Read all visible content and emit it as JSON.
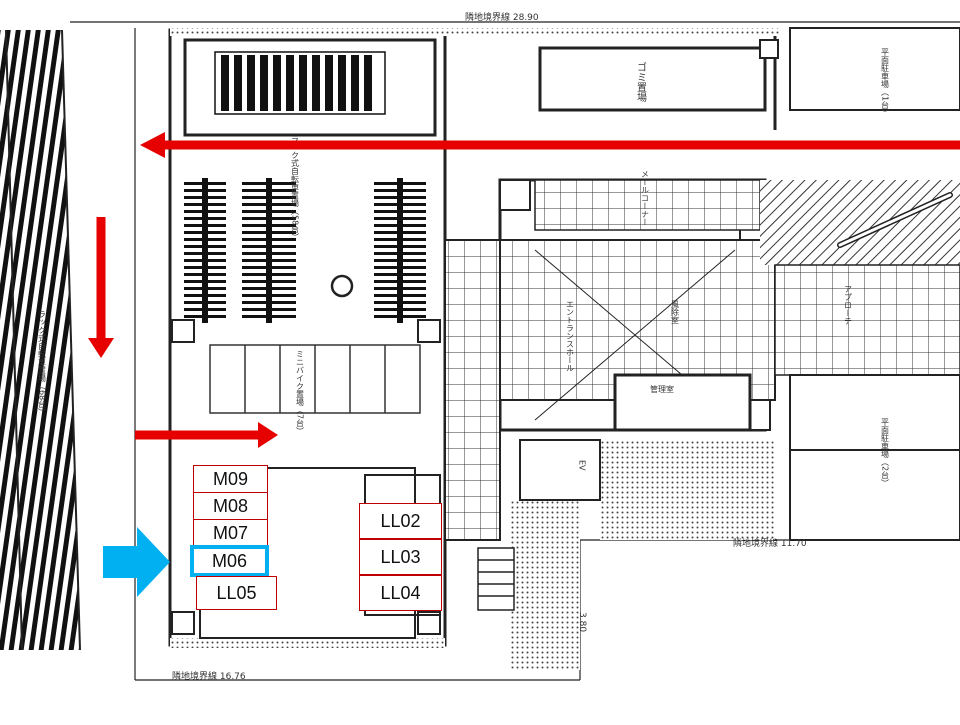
{
  "dimensions": {
    "top": "隣地境界線  28.90",
    "right": "隣地境界線  11.70",
    "bottom": "隣地境界線  16.76",
    "vertical": "3.80"
  },
  "rooms": {
    "garbage": "ゴミ置場",
    "bike_rack": "ラック式自転車置場（58台）",
    "mini_bike": "ミニバイク置場（7台）",
    "parking_top": "平面駐車場（1台）",
    "parking_bottom": "平面駐車場（2台）",
    "entrance_hall": "エントランスホール",
    "mgmt": "管理室",
    "ev": "EV",
    "mailbox": "メールコーナー",
    "approach": "アプローチ",
    "corridor_left": "ラック式自転車置場（68台）",
    "wind": "風除室"
  },
  "spot_labels": {
    "left_column": [
      "M09",
      "M08",
      "M07",
      "M06",
      "LL05"
    ],
    "right_column": [
      "LL02",
      "LL03",
      "LL04"
    ],
    "selected": "M06"
  },
  "colors": {
    "arrow_red": "#e60000",
    "pointer_blue": "#00b0f0",
    "label_border": "#c00000",
    "line": "#222222"
  },
  "icons": {
    "flow_arrow": "red-arrow-icon",
    "pointer": "blue-pointer-arrow-icon"
  }
}
